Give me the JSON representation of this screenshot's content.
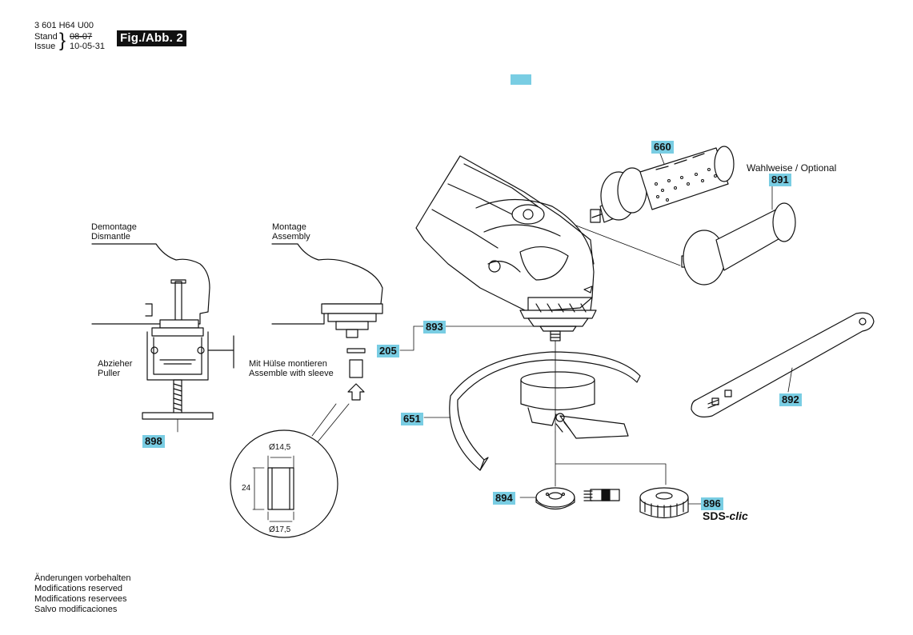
{
  "header": {
    "doc_number": "3 601 H64 U00",
    "stand_label": "Stand",
    "issue_label": "Issue",
    "stand_date_struck": "08-07",
    "issue_date": "10-05-31",
    "figure_label": "Fig./Abb. 2"
  },
  "labels": {
    "demontage": "Demontage",
    "dismantle": "Dismantle",
    "montage": "Montage",
    "assembly": "Assembly",
    "abzieher": "Abzieher",
    "puller": "Puller",
    "mit_huelse": "Mit Hülse montieren",
    "assemble_sleeve": "Assemble with sleeve",
    "optional": "Wahlweise / Optional",
    "sds_prefix": "SDS-",
    "sds_suffix": "clic"
  },
  "dimensions": {
    "inner_diameter": "Ø14,5",
    "height": "24",
    "outer_diameter": "Ø17,5"
  },
  "parts": {
    "p660": "660",
    "p891": "891",
    "p893": "893",
    "p205": "205",
    "p898": "898",
    "p651": "651",
    "p892": "892",
    "p894": "894",
    "p896": "896"
  },
  "footer": {
    "line1": "Änderungen vorbehalten",
    "line2": "Modifications reserved",
    "line3": "Modifications reservees",
    "line4": "Salvo modificaciones"
  },
  "colors": {
    "highlight": "#79cde3",
    "ink": "#111111"
  }
}
